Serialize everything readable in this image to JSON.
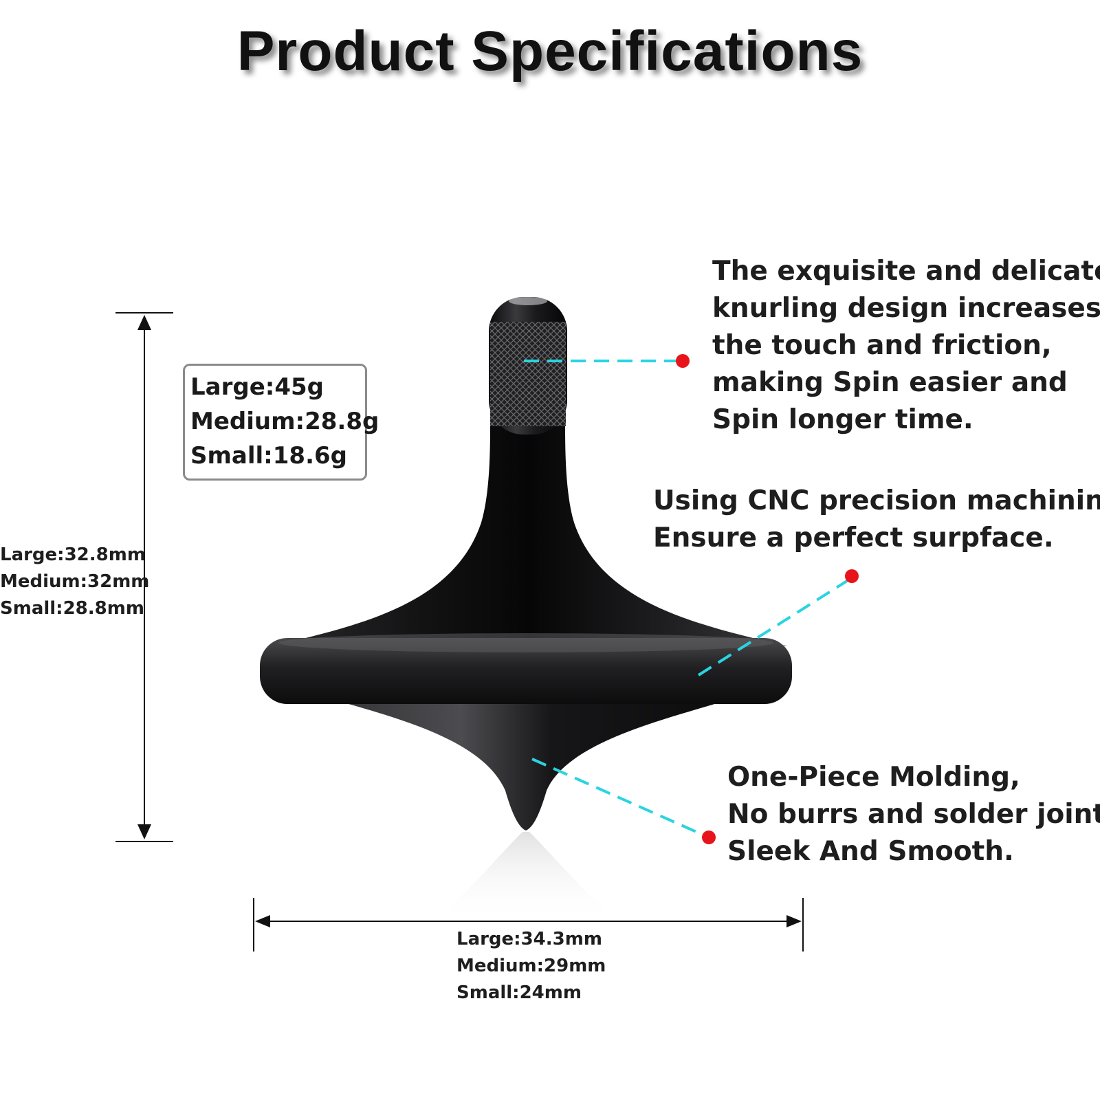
{
  "title": "Product Specifications",
  "weights": {
    "large": "Large:45g",
    "medium": "Medium:28.8g",
    "small": "Small:18.6g"
  },
  "height": {
    "large": "Large:32.8mm",
    "medium": "Medium:32mm",
    "small": "Small:28.8mm"
  },
  "diameter": {
    "large": "Large:34.3mm",
    "medium": "Medium:29mm",
    "small": "Small:24mm"
  },
  "features": {
    "knurling": [
      "The exquisite and delicate",
      "knurling design increases",
      "the touch and friction,",
      "making Spin easier and",
      "Spin longer time."
    ],
    "cnc": [
      "Using CNC precision machining,",
      "Ensure a perfect surpface."
    ],
    "molding": [
      "One-Piece Molding,",
      "No burrs and solder joints,",
      "Sleek And Smooth."
    ]
  },
  "colors": {
    "leader_line": "#2ad4e0",
    "marker_dot": "#e8141c",
    "product_body": "#1b1b1d"
  }
}
